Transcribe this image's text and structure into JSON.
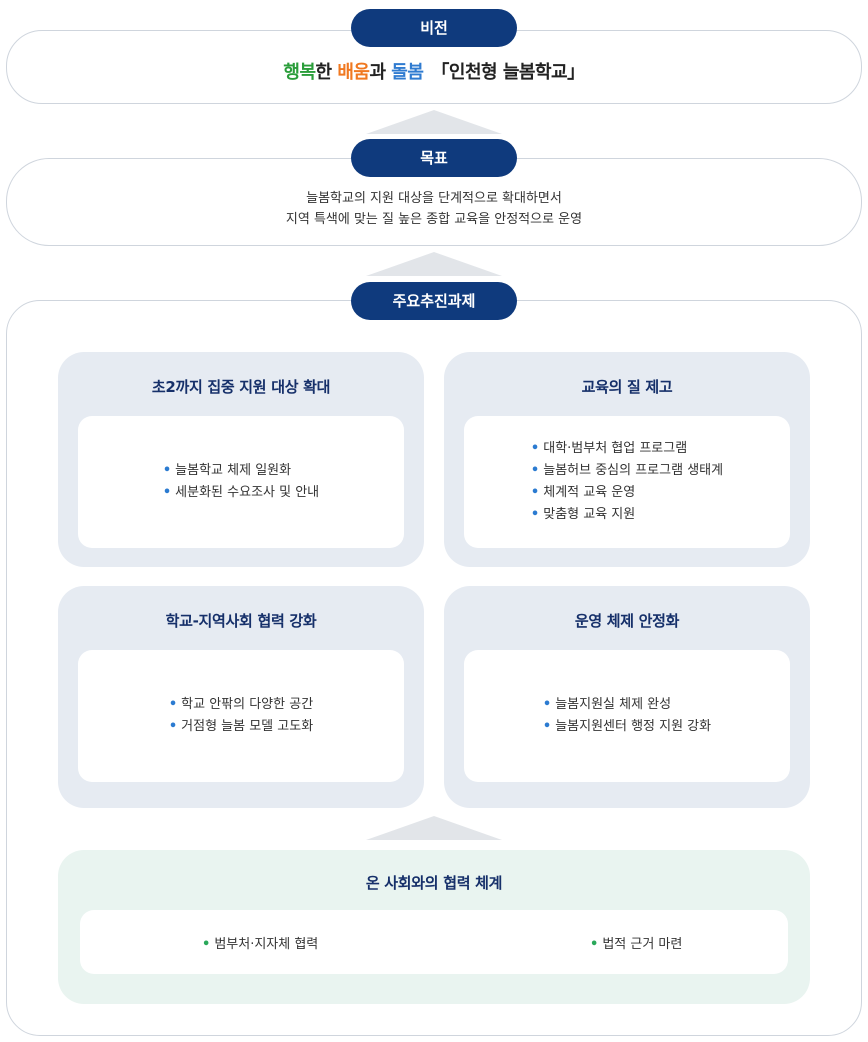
{
  "vision": {
    "label": "비전",
    "word1": "행복",
    "word1_rest": "한 ",
    "word2": "배움",
    "word2_rest": "과 ",
    "word3": "돌봄",
    "tail": "「인천형 늘봄학교」",
    "colors": {
      "word1": "#2a9d3a",
      "word2": "#f07820",
      "word3": "#2f7bd0"
    }
  },
  "goal": {
    "label": "목표",
    "line1": "늘봄학교의 지원 대상을 단계적으로 확대하면서",
    "line2": "지역 특색에 맞는 질 높은 종합 교육을 안정적으로 운영"
  },
  "tasks": {
    "label": "주요추진과제",
    "cards": [
      {
        "title": "초2까지 집중 지원 대상 확대",
        "items": [
          "늘봄학교 체제 일원화",
          "세분화된 수요조사 및 안내"
        ]
      },
      {
        "title": "교육의 질 제고",
        "items": [
          "대학·범부처 협업 프로그램",
          "늘봄허브 중심의 프로그램 생태계",
          "체계적 교육 운영",
          "맞춤형 교육 지원"
        ]
      },
      {
        "title": "학교-지역사회 협력 강화",
        "items": [
          "학교 안팎의 다양한 공간",
          "거점형 늘봄 모델 고도화"
        ]
      },
      {
        "title": "운영 체제 안정화",
        "items": [
          "늘봄지원실 체제 완성",
          "늘봄지원센터 행정 지원 강화"
        ]
      }
    ]
  },
  "cooperation": {
    "title": "온 사회와의 협력 체계",
    "items": [
      "범부처·지자체 협력",
      "법적 근거 마련"
    ]
  },
  "colors": {
    "navy": "#0f3a7d",
    "card_bg": "#e6ebf2",
    "coop_bg": "#e9f4f0",
    "bullet_blue": "#2b7bd1",
    "bullet_green": "#2aa85a"
  }
}
